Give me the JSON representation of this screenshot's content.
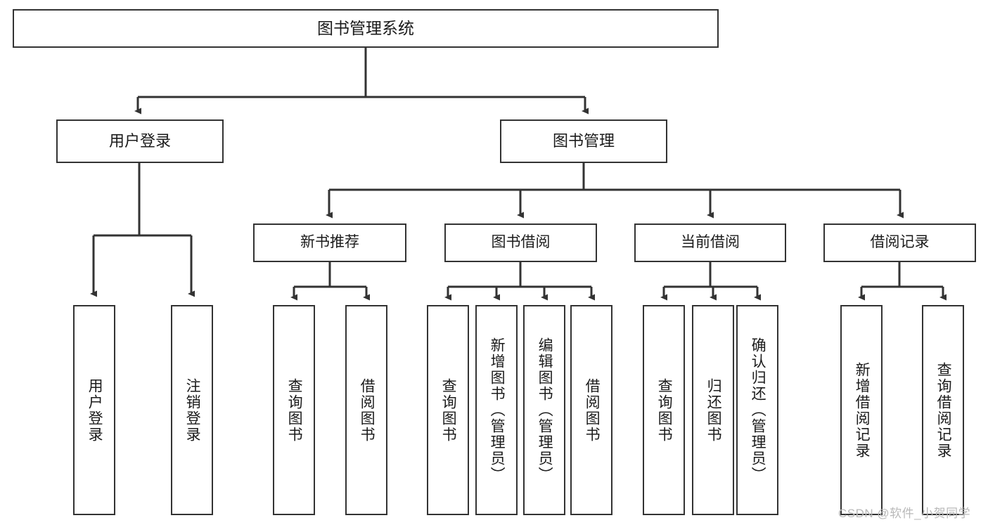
{
  "diagram": {
    "title": "图书管理系统",
    "type": "tree",
    "root": {
      "label": "图书管理系统"
    },
    "level2": [
      {
        "label": "用户登录"
      },
      {
        "label": "图书管理"
      }
    ],
    "level3": [
      {
        "label": "新书推荐"
      },
      {
        "label": "图书借阅"
      },
      {
        "label": "当前借阅"
      },
      {
        "label": "借阅记录"
      }
    ],
    "leaves": {
      "user_login": [
        {
          "label": "用户登录"
        },
        {
          "label": "注销登录"
        }
      ],
      "new_book_recommend": [
        {
          "label": "查询图书"
        },
        {
          "label": "借阅图书"
        }
      ],
      "book_borrow": [
        {
          "label": "查询图书"
        },
        {
          "label": "新增图书（管理员）"
        },
        {
          "label": "编辑图书（管理员）"
        },
        {
          "label": "借阅图书"
        }
      ],
      "current_borrow": [
        {
          "label": "查询图书"
        },
        {
          "label": "归还图书"
        },
        {
          "label": "确认归还（管理员）"
        }
      ],
      "borrow_record": [
        {
          "label": "新增借阅记录"
        },
        {
          "label": "查询借阅记录"
        }
      ]
    }
  },
  "watermark": {
    "text": "CSDN @软件_小贺同学"
  },
  "colors": {
    "stroke": "#333333",
    "box_fill": "#ffffff",
    "text": "#1b1b1b",
    "watermark": "#b9b9b9"
  }
}
